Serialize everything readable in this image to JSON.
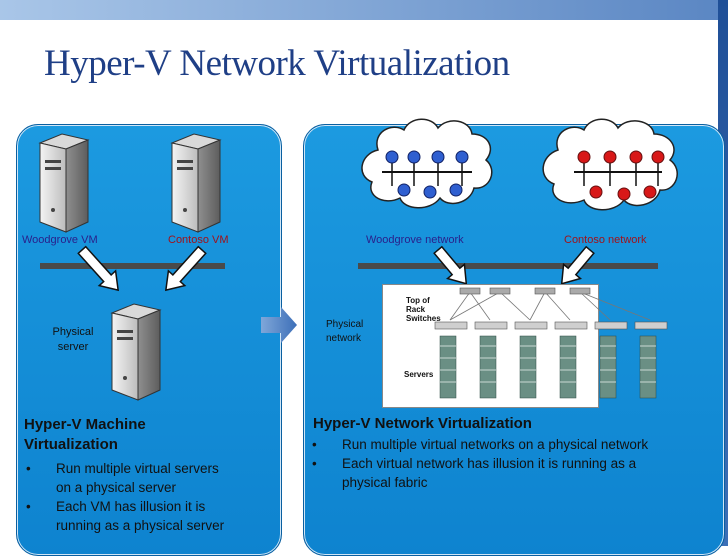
{
  "title": "Hyper-V Network Virtualization",
  "left": {
    "vm1_label": "Woodgrove VM",
    "vm2_label": "Contoso VM",
    "physical_label_1": "Physical",
    "physical_label_2": "server",
    "heading_1": "Hyper-V Machine",
    "heading_2": "Virtualization",
    "bullet_mark": "•",
    "bullet1_line1": "Run multiple virtual servers",
    "bullet1_line2": "on a physical server",
    "bullet2_line1": "Each VM has illusion it is",
    "bullet2_line2": "running as a physical server"
  },
  "right": {
    "net1_label": "Woodgrove network",
    "net2_label": "Contoso network",
    "physical_label_1": "Physical",
    "physical_label_2": "network",
    "rack_label_1": "Top of",
    "rack_label_2": "Rack",
    "rack_label_3": "Switches",
    "servers_label": "Servers",
    "heading": "Hyper-V Network Virtualization",
    "bullet_mark": "•",
    "bullet1": "Run multiple virtual networks on a physical network",
    "bullet2_line1": "Each virtual network has illusion it is running as a",
    "bullet2_line2": "physical fabric"
  },
  "colors": {
    "panel": "#1596dd",
    "title": "#1f3f86",
    "woodgrove_node": "#2f5fd0",
    "contoso_node": "#d81818"
  }
}
